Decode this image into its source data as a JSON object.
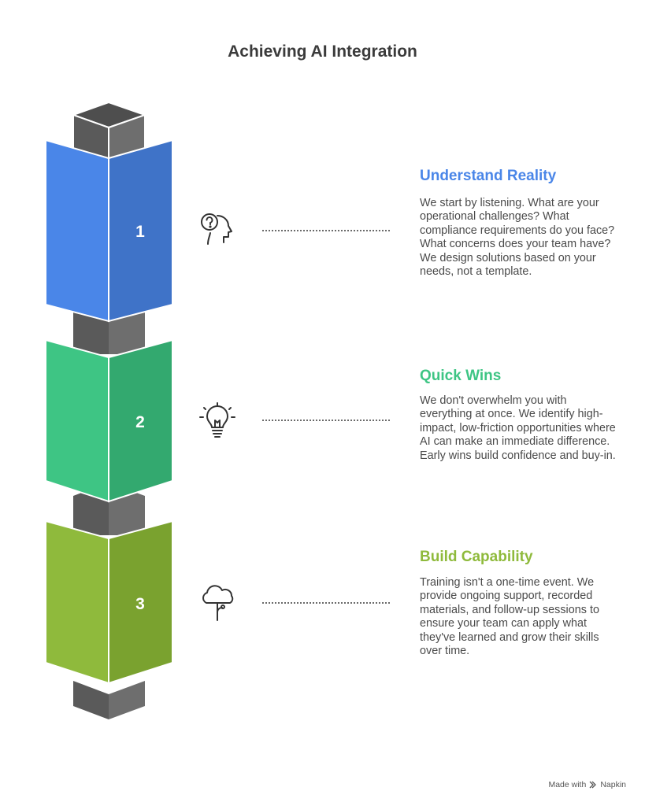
{
  "title": "Achieving AI Integration",
  "steps": [
    {
      "number": "1",
      "title": "Understand Reality",
      "color": "#4a86e8",
      "color_dark": "#3f73c8",
      "icon": "head-question-icon",
      "description": "We start by listening. What are your operational challenges? What compliance requirements do you face? What concerns does your team have? We design solutions based on your needs, not a template."
    },
    {
      "number": "2",
      "title": "Quick Wins",
      "color": "#3ec584",
      "color_dark": "#33a96f",
      "icon": "lightbulb-icon",
      "description": "We don't overwhelm you with everything at once. We identify high-impact, low-friction opportunities where AI can make an immediate difference. Early wins build confidence and buy-in."
    },
    {
      "number": "3",
      "title": "Build Capability",
      "color": "#8fba3c",
      "color_dark": "#7aa22f",
      "icon": "cloud-growth-icon",
      "description": "Training isn't a one-time event. We provide ongoing support, recorded materials, and follow-up sessions to ensure your team can apply what they've learned and grow their skills over time."
    }
  ],
  "footer": {
    "made_with": "Made with",
    "brand": "Napkin"
  }
}
